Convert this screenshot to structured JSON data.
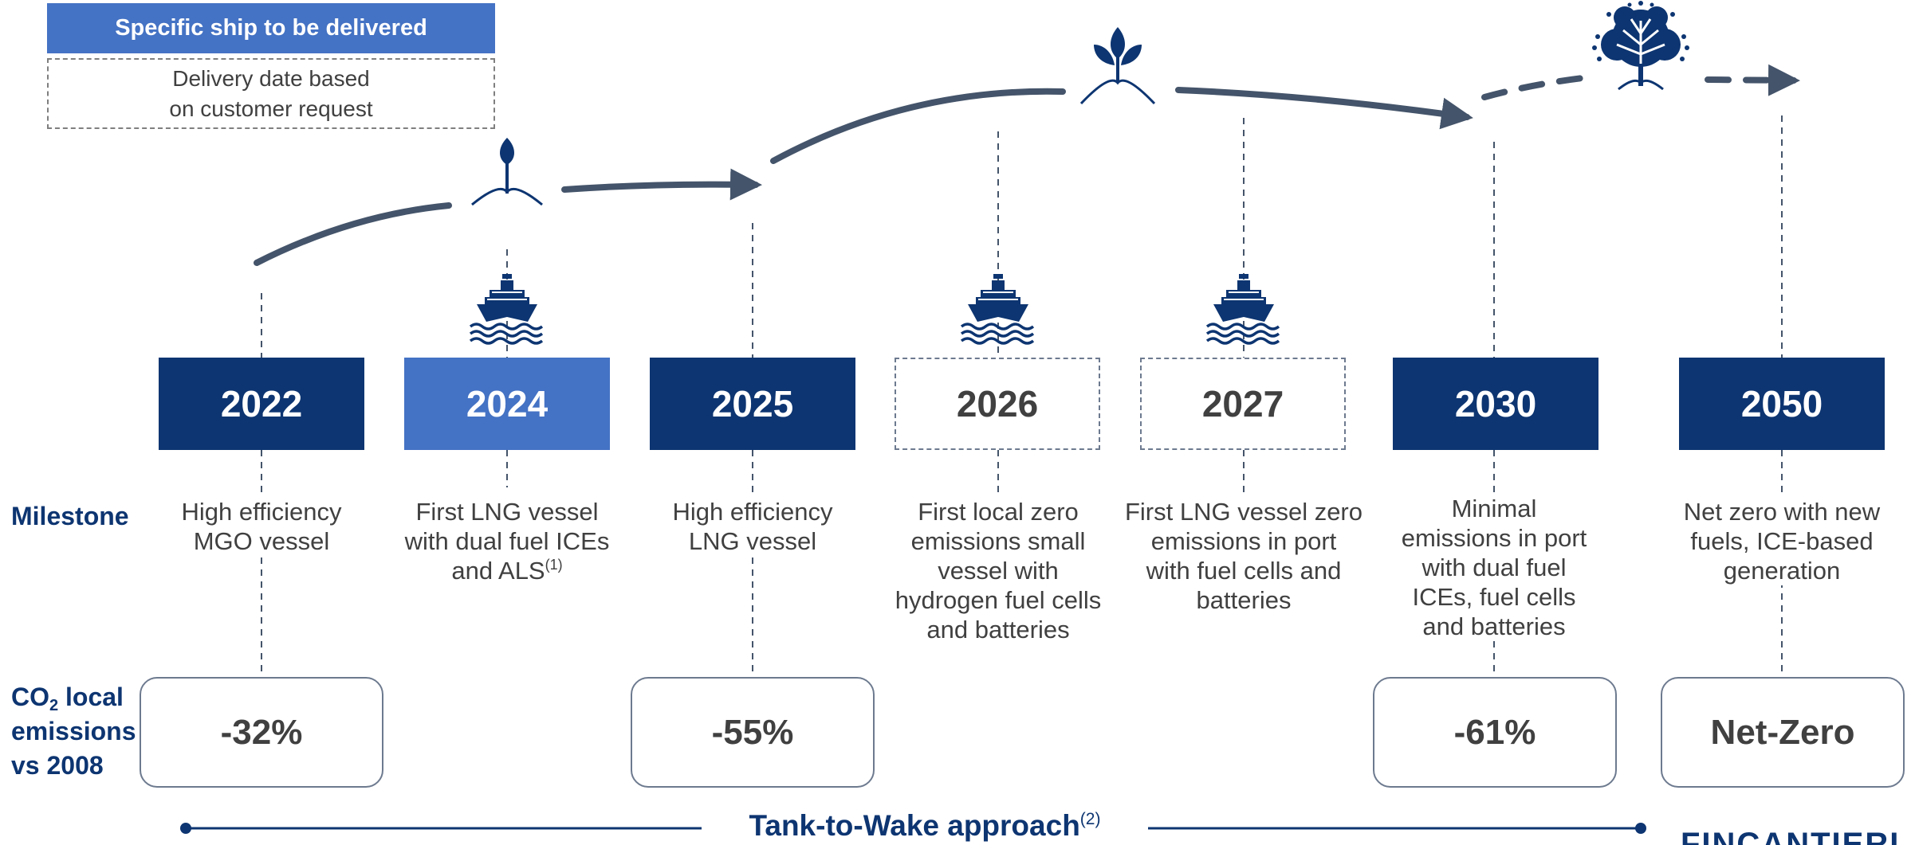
{
  "legend": {
    "solid_label": "Specific ship to be delivered",
    "dashed_line1": "Delivery date based",
    "dashed_line2": "on customer request"
  },
  "years": [
    {
      "label": "2022",
      "style": "solid"
    },
    {
      "label": "2024",
      "style": "light"
    },
    {
      "label": "2025",
      "style": "solid"
    },
    {
      "label": "2026",
      "style": "dashed"
    },
    {
      "label": "2027",
      "style": "dashed"
    },
    {
      "label": "2030",
      "style": "solid"
    },
    {
      "label": "2050",
      "style": "solid"
    }
  ],
  "rows": {
    "milestone_label": "Milestone",
    "co2_line1_prefix": "CO",
    "co2_line1_sub": "2",
    "co2_line1_suffix": " local",
    "co2_line2": "emissions",
    "co2_line3": "vs 2008"
  },
  "milestones": {
    "m2022": [
      "High efficiency",
      "MGO vessel"
    ],
    "m2024": [
      "First LNG vessel",
      "with dual fuel ICEs",
      "and ALS"
    ],
    "m2024_sup": "(1)",
    "m2025": [
      "High efficiency",
      "LNG vessel"
    ],
    "m2026": [
      "First local zero",
      "emissions small",
      "vessel with",
      "hydrogen fuel cells",
      "and batteries"
    ],
    "m2027": [
      "First LNG vessel zero",
      "emissions in port",
      "with fuel cells and",
      "batteries"
    ],
    "m2030": [
      "Minimal",
      "emissions in port",
      "with dual fuel",
      "ICEs, fuel cells",
      "and batteries"
    ],
    "m2050": [
      "Net zero with new",
      "fuels, ICE-based",
      "generation"
    ]
  },
  "emissions": {
    "e2022": "-32%",
    "e2025": "-55%",
    "e2030": "-61%",
    "e2050": "Net-Zero"
  },
  "footer": {
    "approach_label": "Tank-to-Wake approach",
    "approach_sup": "(2)",
    "logo_text": "FINCANTIERI"
  },
  "icons": {
    "stage1": "flame-sprout-icon",
    "stage2": "three-leaf-sprout-icon",
    "stage3": "tree-icon",
    "ship": "cruise-ship-icon"
  },
  "colors": {
    "navy": "#0d3571",
    "light_blue": "#4472c4",
    "arrow_gray": "#44546a",
    "text_gray": "#404040"
  }
}
